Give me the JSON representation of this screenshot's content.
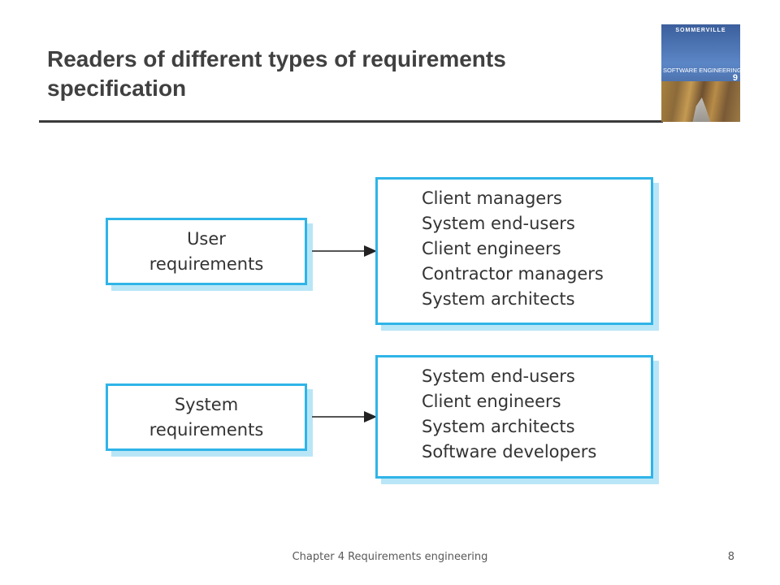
{
  "slide": {
    "title": "Readers of different types of requirements specification",
    "footer": "Chapter 4 Requirements engineering",
    "page_number": "8"
  },
  "book_cover": {
    "author": "SOMMERVILLE",
    "title": "SOFTWARE ENGINEERING",
    "edition": "9"
  },
  "diagram": {
    "groups": [
      {
        "source_lines": [
          "User",
          "requirements"
        ],
        "readers": [
          "Client managers",
          "System end-users",
          "Client engineers",
          "Contractor managers",
          "System architects"
        ]
      },
      {
        "source_lines": [
          "System",
          "requirements"
        ],
        "readers": [
          "System end-users",
          "Client engineers",
          "System architects",
          "Software developers"
        ]
      }
    ],
    "colors": {
      "box_border": "#2fb4e8",
      "box_shadow": "#b9e6f7",
      "arrow": "#555555"
    }
  }
}
